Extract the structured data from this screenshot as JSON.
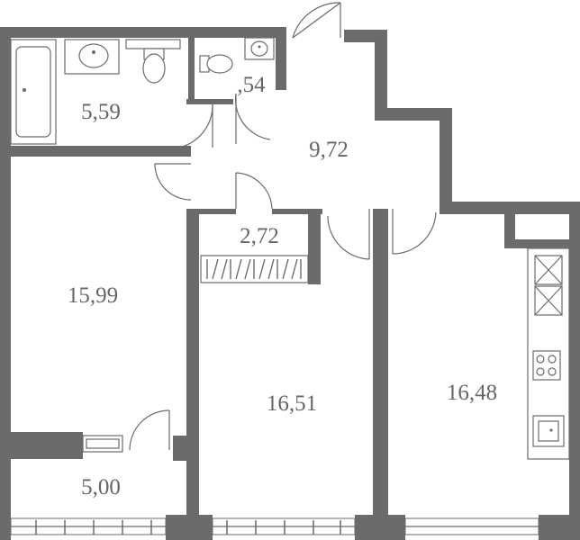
{
  "rooms": {
    "bathroom": "5,59",
    "wc": ",54",
    "hall": "9,72",
    "storage": "2,72",
    "bedroom": "15,99",
    "loggia": "5,00",
    "living_room": "16,51",
    "kitchen": "16,48"
  },
  "colors": {
    "wall": "#6b6b6b",
    "text": "#666666"
  }
}
